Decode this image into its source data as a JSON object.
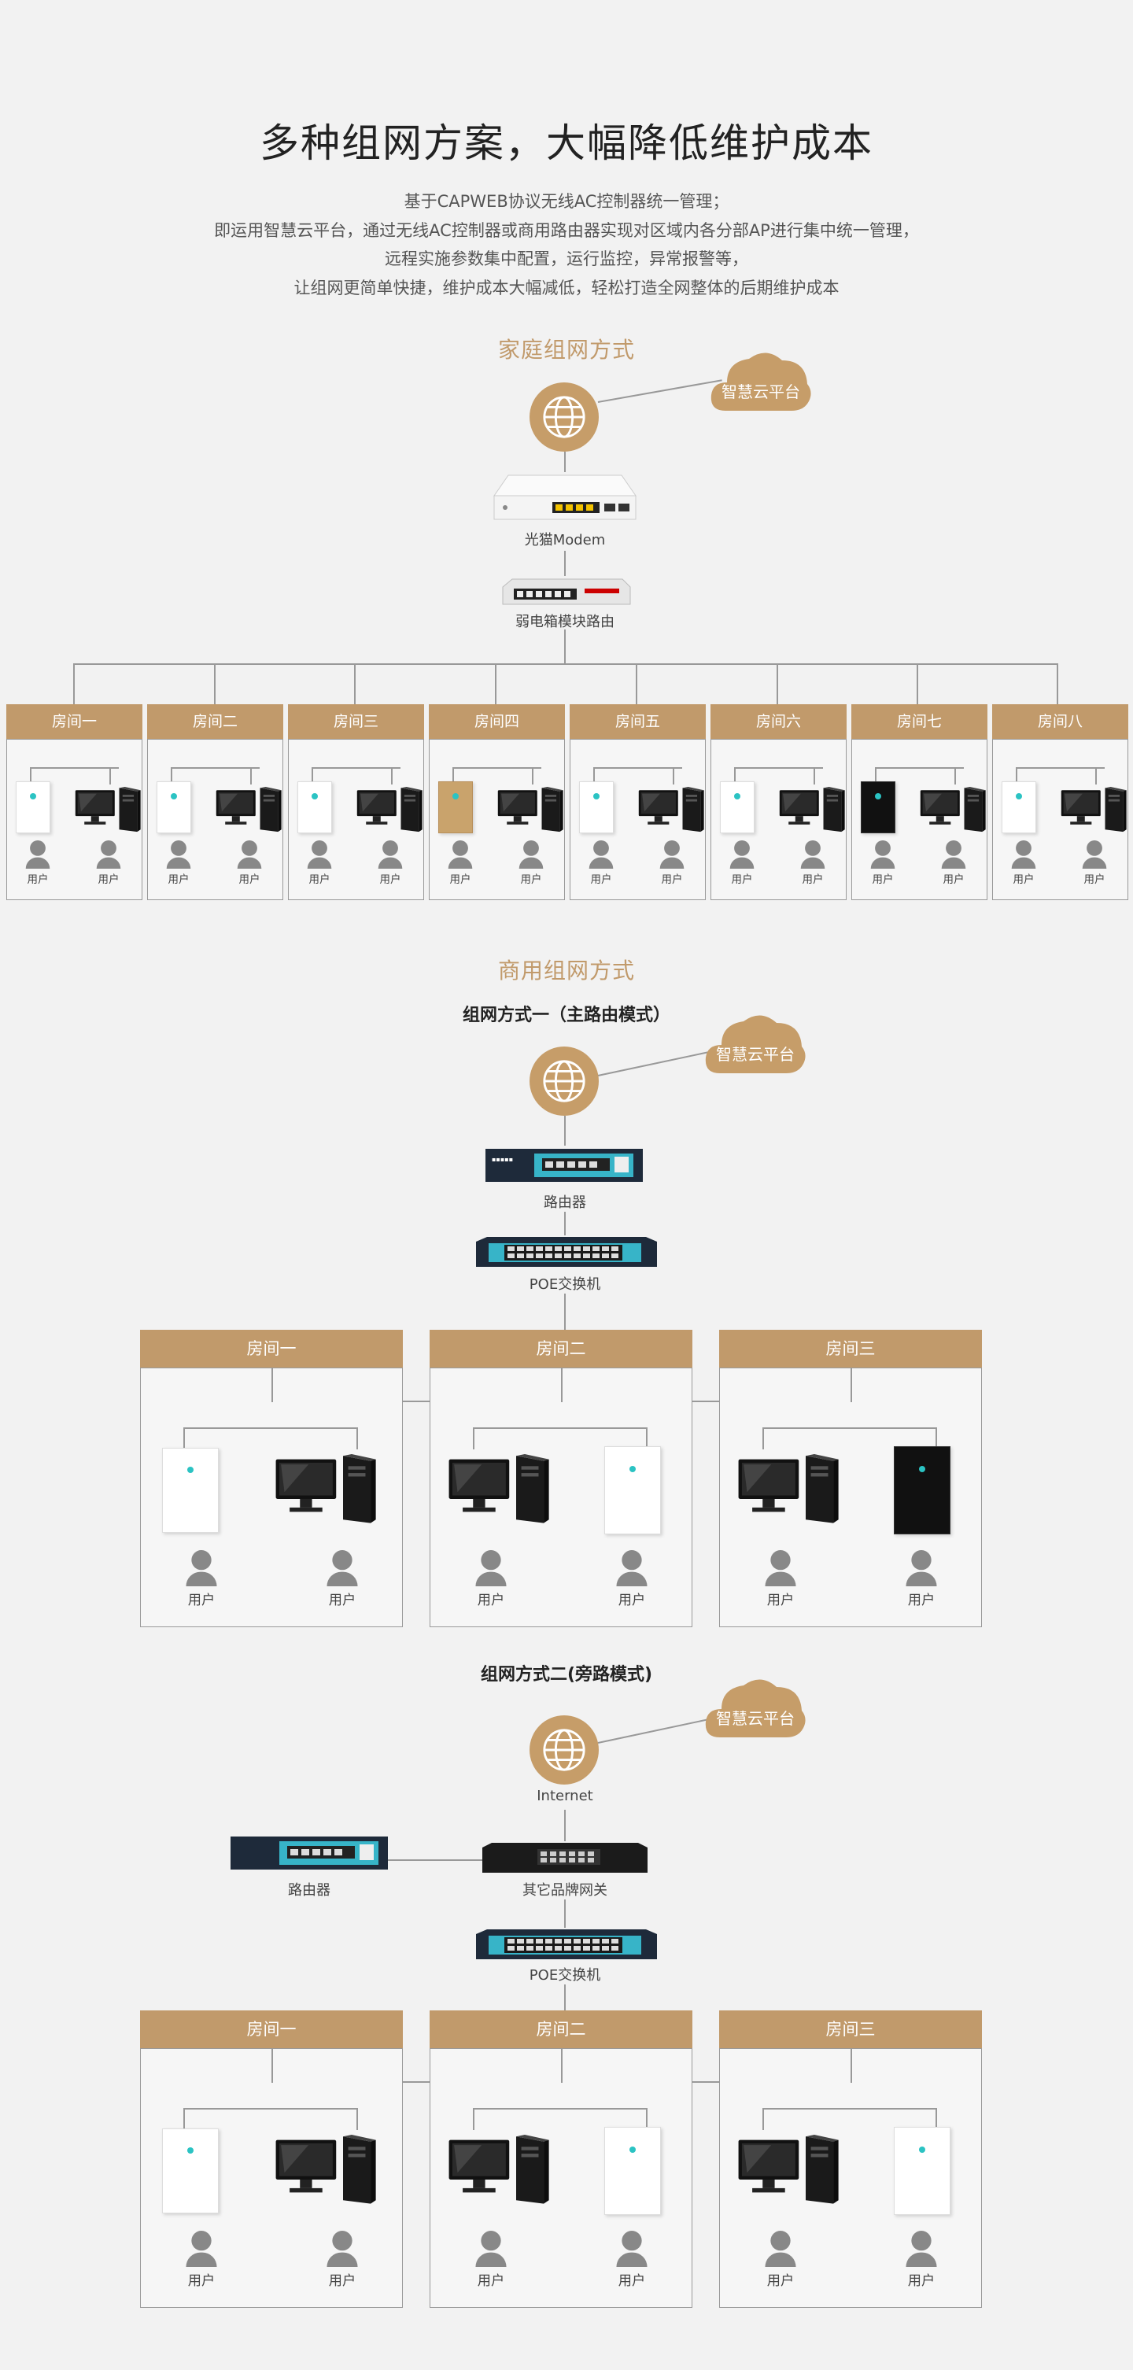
{
  "title": "多种组网方案，大幅降低维护成本",
  "desc": [
    "基于CAPWEB协议无线AC控制器统一管理；",
    "即运用智慧云平台，通过无线AC控制器或商用路由器实现对区域内各分部AP进行集中统一管理，",
    "远程实施参数集中配置，运行监控，异常报警等，",
    "让组网更简单快捷，维护成本大幅减低，轻松打造全网整体的后期维护成本"
  ],
  "cloud_label": "智慧云平台",
  "user_label": "用户",
  "home": {
    "heading": "家庭组网方式",
    "modem_label": "光猫Modem",
    "router_label": "弱电箱模块路由",
    "rooms": [
      "房间一",
      "房间二",
      "房间三",
      "房间四",
      "房间五",
      "房间六",
      "房间七",
      "房间八"
    ]
  },
  "commercial": {
    "heading": "商用组网方式",
    "mode1": {
      "subtitle": "组网方式一（主路由模式）",
      "router_label": "路由器",
      "poe_label": "POE交换机",
      "rooms": [
        "房间一",
        "房间二",
        "房间三"
      ]
    },
    "mode2": {
      "subtitle": "组网方式二(旁路模式)",
      "internet_label": "Internet",
      "router_label": "路由器",
      "gateway_label": "其它品牌网关",
      "poe_label": "POE交换机",
      "rooms": [
        "房间一",
        "房间二",
        "房间三"
      ]
    }
  },
  "colors": {
    "accent": "#c19a6b",
    "background": "#f2f2f2",
    "line": "#999999"
  }
}
